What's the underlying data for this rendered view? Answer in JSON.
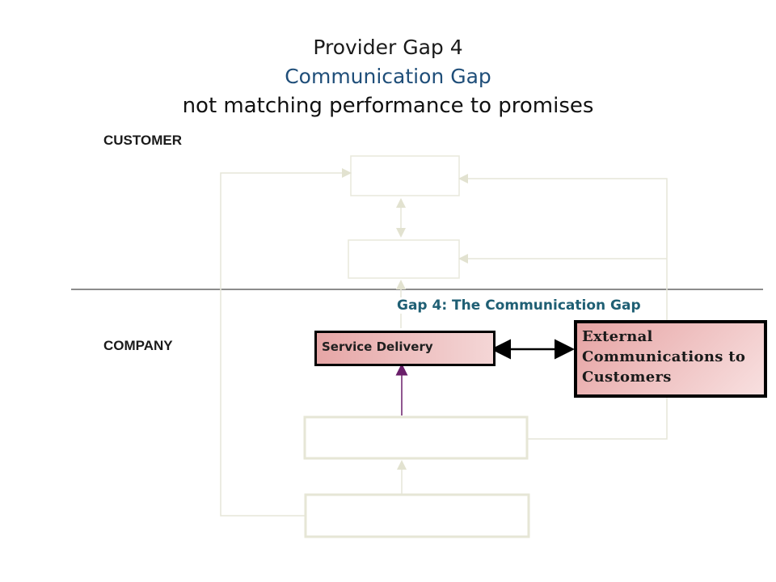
{
  "title": {
    "line1": "Provider Gap 4",
    "line2": "Communication Gap",
    "line3": "not matching performance to promises"
  },
  "labels": {
    "customer": "CUSTOMER",
    "company": "COMPANY"
  },
  "gap_label": "Gap 4: The Communication Gap",
  "boxes": {
    "service_delivery": "Service Delivery",
    "external_communications": "External Communications to Customers"
  },
  "colors": {
    "box_fill_start": "#e6a6a6",
    "box_fill_end": "#f4d6d6",
    "faded_line": "#e6e6d8",
    "gap_text": "#1f5f74",
    "title_accent": "#1f4e79",
    "vertical_arrow": "#6a1f6a"
  }
}
